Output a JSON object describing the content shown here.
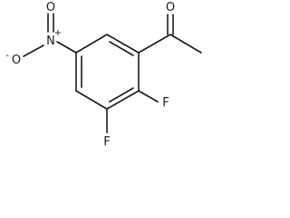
{
  "molecule": {
    "atoms": {
      "carbonyl_oxygen": "O",
      "nitro_oxygen_double": "O",
      "nitro_oxygen_single": "O",
      "nitro_oxygen_charge": "-",
      "nitro_nitrogen": "N",
      "nitro_nitrogen_charge": "+",
      "fluorine_top": "F",
      "fluorine_bottom": "F"
    }
  }
}
